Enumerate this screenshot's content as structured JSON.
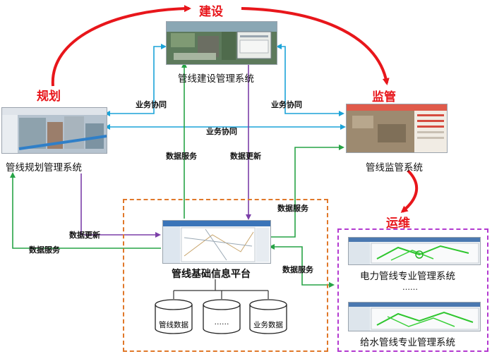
{
  "stages": {
    "build": "建设",
    "plan": "规划",
    "supervise": "监管",
    "operate": "运维"
  },
  "systems": {
    "construction": "管线建设管理系统",
    "planning": "管线规划管理系统",
    "supervision": "管线监管系统",
    "platform": "管线基础信息平台",
    "power": "电力管线专业管理系统",
    "ellipsis": "……",
    "water": "给水管线专业管理系统"
  },
  "flows": {
    "coop_left": "业务协同",
    "coop_right": "业务协同",
    "coop_middle": "业务协同",
    "service_up": "数据服务",
    "update_down": "数据更新",
    "update_left": "数据更新",
    "service_left": "数据服务",
    "service_right_top": "数据服务",
    "service_right": "数据服务"
  },
  "databases": {
    "pipeline": "管线数据",
    "ellipsis": "……",
    "business": "业务数据"
  },
  "colors": {
    "stage_text": "#e8161b",
    "cycle_arrow": "#e8161b",
    "coop_arrow": "#1ba3d8",
    "service_arrow": "#27a346",
    "update_arrow": "#7b3fa8",
    "platform_zone": "#e0782a",
    "ops_zone": "#b33ad0"
  }
}
